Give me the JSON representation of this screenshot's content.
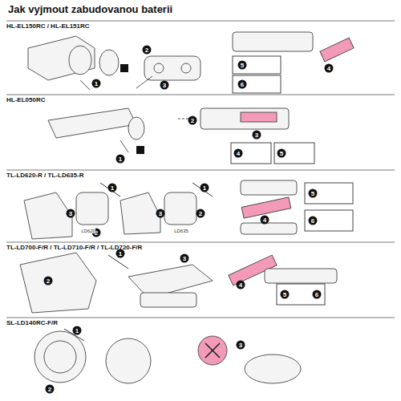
{
  "diagram": {
    "title": "Jak vyjmout zabudovanou baterii",
    "labels": [
      "HL-EL150RC / HL-EL151RC",
      "1",
      "2",
      "3",
      "4",
      "5",
      "6",
      "HL-EL050RC",
      "1",
      "2",
      "3",
      "4",
      "5",
      "TL-LD620-R / TL-LD635-R",
      "1",
      "2",
      "3",
      "LD620",
      "1",
      "2",
      "3",
      "LD635",
      "4",
      "5",
      "6",
      "TL-LD700-F/R / TL-LD710-F/R / TL-LD720-F/R",
      "1",
      "2",
      "3",
      "4",
      "5",
      "6",
      "SL-LD140RC-F/R",
      "1",
      "2",
      "3"
    ]
  }
}
